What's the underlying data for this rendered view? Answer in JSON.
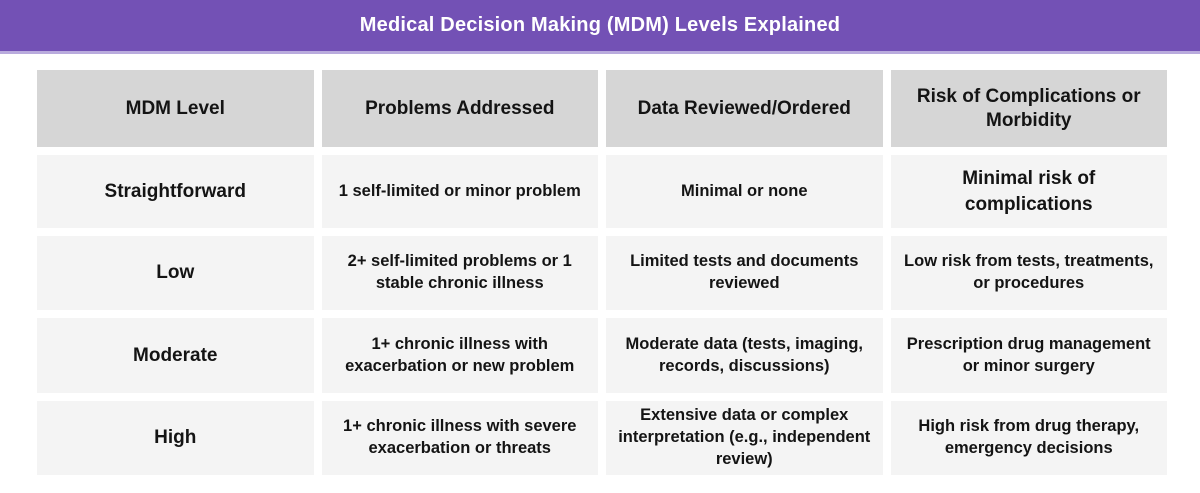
{
  "banner": {
    "title": "Medical Decision Making (MDM) Levels Explained"
  },
  "colors": {
    "banner_bg": "#7351b5",
    "banner_bottom_edge": "#b9abdd",
    "header_cell_bg": "#d6d6d6",
    "body_cell_bg": "#f4f4f4",
    "text": "#141414",
    "page_bg": "#ffffff",
    "title_text": "#ffffff"
  },
  "chart_data": {
    "type": "table",
    "title": "Medical Decision Making (MDM) Levels Explained",
    "columns": [
      "MDM Level",
      "Problems Addressed",
      "Data Reviewed/Ordered",
      "Risk of Complications or Morbidity"
    ],
    "rows": [
      {
        "level": "Straightforward",
        "problems": "1 self-limited or minor problem",
        "data": "Minimal or none",
        "risk": "Minimal risk of complications"
      },
      {
        "level": "Low",
        "problems": "2+ self-limited problems or 1 stable chronic illness",
        "data": "Limited tests and documents reviewed",
        "risk": "Low risk from tests, treatments, or procedures"
      },
      {
        "level": "Moderate",
        "problems": "1+ chronic illness with exacerbation or new problem",
        "data": "Moderate data (tests, imaging, records, discussions)",
        "risk": "Prescription drug management or minor surgery"
      },
      {
        "level": "High",
        "problems": "1+ chronic illness with severe exacerbation or threats",
        "data": "Extensive data or complex interpretation (e.g., independent review)",
        "risk": "High risk from drug therapy, emergency decisions"
      }
    ]
  }
}
